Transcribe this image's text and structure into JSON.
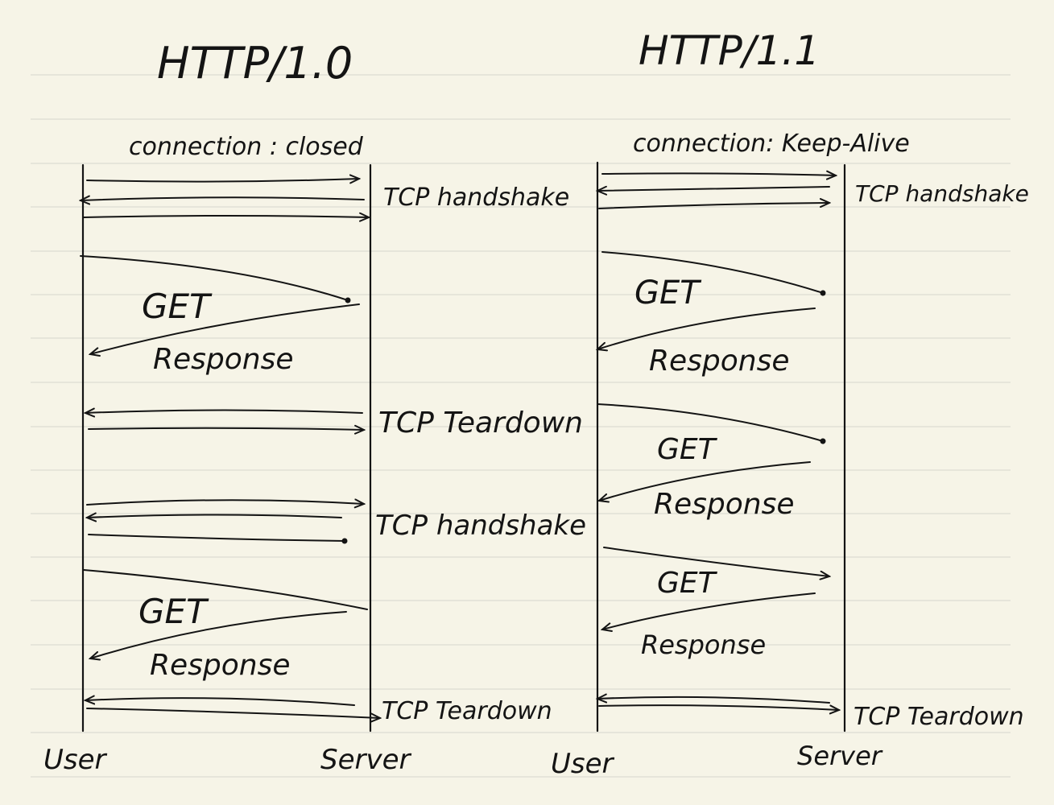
{
  "colors": {
    "paper": "#f6f4e7",
    "ink": "#141414",
    "rule": "#dcdcd2"
  },
  "left": {
    "title": "HTTP/1.0",
    "connection": "connection : closed",
    "user_label": "User",
    "server_label": "Server",
    "tcp_handshake_1": "TCP handshake",
    "get_1": "GET",
    "response_1": "Response",
    "tcp_teardown_1": "TCP Teardown",
    "tcp_handshake_2": "TCP handshake",
    "get_2": "GET",
    "response_2": "Response",
    "tcp_teardown_2": "TCP Teardown"
  },
  "right": {
    "title": "HTTP/1.1",
    "connection": "connection: Keep-Alive",
    "user_label": "User",
    "server_label": "Server",
    "tcp_handshake": "TCP handshake",
    "get_1": "GET",
    "response_1": "Response",
    "get_2": "GET",
    "response_2": "Response",
    "get_3": "GET",
    "response_3": "Response",
    "tcp_teardown": "TCP Teardown"
  }
}
